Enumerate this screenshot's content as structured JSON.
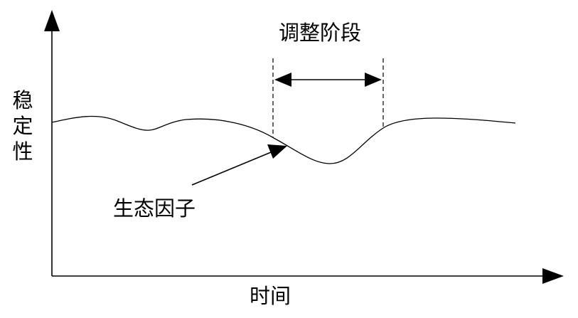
{
  "diagram": {
    "y_axis_label": "稳定性",
    "x_axis_label": "时间",
    "adjustment_phase_label": "调整阶段",
    "ecological_factor_label": "生态因子",
    "line_color": "#000000",
    "background_color": "#ffffff"
  }
}
